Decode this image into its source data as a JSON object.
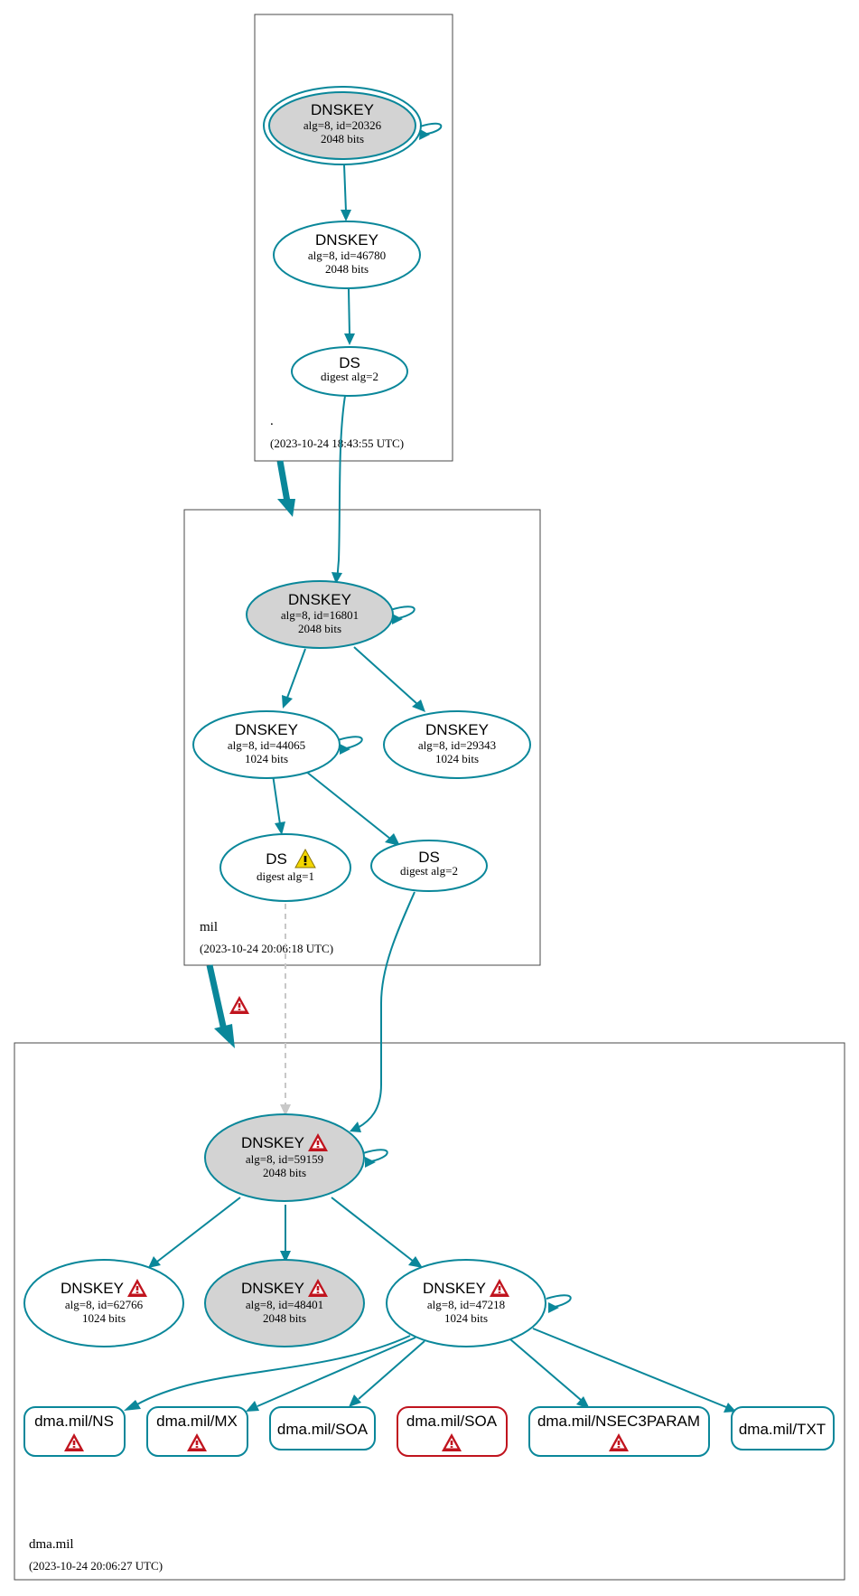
{
  "zones": {
    "root": {
      "label": ".",
      "timestamp": "(2023-10-24 18:43:55 UTC)"
    },
    "mil": {
      "label": "mil",
      "timestamp": "(2023-10-24 20:06:18 UTC)"
    },
    "dma": {
      "label": "dma.mil",
      "timestamp": "(2023-10-24 20:06:27 UTC)"
    }
  },
  "nodes": {
    "root_ksk": {
      "title": "DNSKEY",
      "line1": "alg=8, id=20326",
      "line2": "2048 bits"
    },
    "root_zsk": {
      "title": "DNSKEY",
      "line1": "alg=8, id=46780",
      "line2": "2048 bits"
    },
    "root_ds": {
      "title": "DS",
      "line1": "digest alg=2"
    },
    "mil_ksk": {
      "title": "DNSKEY",
      "line1": "alg=8, id=16801",
      "line2": "2048 bits"
    },
    "mil_zsk1": {
      "title": "DNSKEY",
      "line1": "alg=8, id=44065",
      "line2": "1024 bits"
    },
    "mil_zsk2": {
      "title": "DNSKEY",
      "line1": "alg=8, id=29343",
      "line2": "1024 bits"
    },
    "mil_ds1": {
      "title": "DS",
      "line1": "digest alg=1",
      "warning": "warning-icon"
    },
    "mil_ds2": {
      "title": "DS",
      "line1": "digest alg=2"
    },
    "dma_ksk": {
      "title": "DNSKEY",
      "line1": "alg=8, id=59159",
      "line2": "2048 bits",
      "error": "error-icon"
    },
    "dma_key1": {
      "title": "DNSKEY",
      "line1": "alg=8, id=62766",
      "line2": "1024 bits",
      "error": "error-icon"
    },
    "dma_key2": {
      "title": "DNSKEY",
      "line1": "alg=8, id=48401",
      "line2": "2048 bits",
      "error": "error-icon"
    },
    "dma_key3": {
      "title": "DNSKEY",
      "line1": "alg=8, id=47218",
      "line2": "1024 bits",
      "error": "error-icon"
    }
  },
  "rrsets": [
    {
      "label": "dma.mil/NS",
      "status": "error"
    },
    {
      "label": "dma.mil/MX",
      "status": "error"
    },
    {
      "label": "dma.mil/SOA",
      "status": "ok"
    },
    {
      "label": "dma.mil/SOA",
      "status": "error-border"
    },
    {
      "label": "dma.mil/NSEC3PARAM",
      "status": "error"
    },
    {
      "label": "dma.mil/TXT",
      "status": "ok"
    }
  ],
  "colors": {
    "edge": "#0a879a",
    "ksk_fill": "#d3d3d3",
    "error_red": "#c0141e",
    "warning_yellow": "#f2d600",
    "insecure_dashed": "#c8c8c8"
  }
}
